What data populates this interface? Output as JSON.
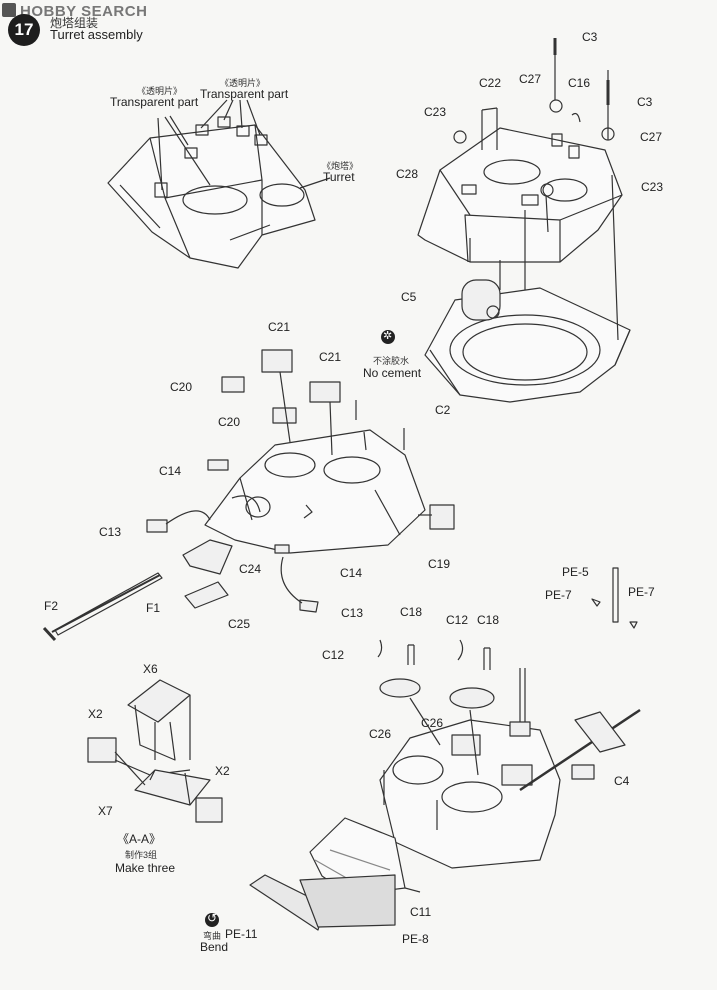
{
  "header": {
    "logo": "HOBBY SEARCH",
    "step_number": "17",
    "step_title_cn": "炮塔组装",
    "step_title_en": "Turret assembly"
  },
  "turret_view": {
    "transparent_cn_1": "《透明片》",
    "transparent_en_1": "Transparent part",
    "transparent_cn_2": "《透明片》",
    "transparent_en_2": "Transparent part",
    "turret_cn": "《炮塔》",
    "turret_en": "Turret"
  },
  "top_right_parts": {
    "c3_a": "C3",
    "c27_a": "C27",
    "c16": "C16",
    "c3_b": "C3",
    "c27_b": "C27",
    "c22": "C22",
    "c23_a": "C23",
    "c28": "C28",
    "c23_b": "C23",
    "c5": "C5",
    "c2": "C2",
    "no_cement_cn": "不涂胶水",
    "no_cement_en": "No cement"
  },
  "middle_parts": {
    "c21_a": "C21",
    "c21_b": "C21",
    "c20_a": "C20",
    "c20_b": "C20",
    "c14_a": "C14",
    "c13_a": "C13",
    "c24": "C24",
    "f1": "F1",
    "f2": "F2",
    "c25": "C25",
    "c14_b": "C14",
    "c13_b": "C13",
    "c19": "C19"
  },
  "pe_parts": {
    "pe5": "PE-5",
    "pe7_a": "PE-7",
    "pe7_b": "PE-7"
  },
  "bottom_parts": {
    "c18_a": "C18",
    "c12_a": "C12",
    "c12_b": "C12",
    "c18_b": "C18",
    "c26_a": "C26",
    "c26_b": "C26",
    "c4": "C4",
    "c11": "C11",
    "pe11": "PE-11",
    "pe8": "PE-8",
    "bend_cn": "弯曲",
    "bend_en": "Bend"
  },
  "aa_detail": {
    "x6": "X6",
    "x2_a": "X2",
    "x2_b": "X2",
    "x7": "X7",
    "title": "《A-A》",
    "make_cn": "制作3组",
    "make_en": "Make three"
  }
}
